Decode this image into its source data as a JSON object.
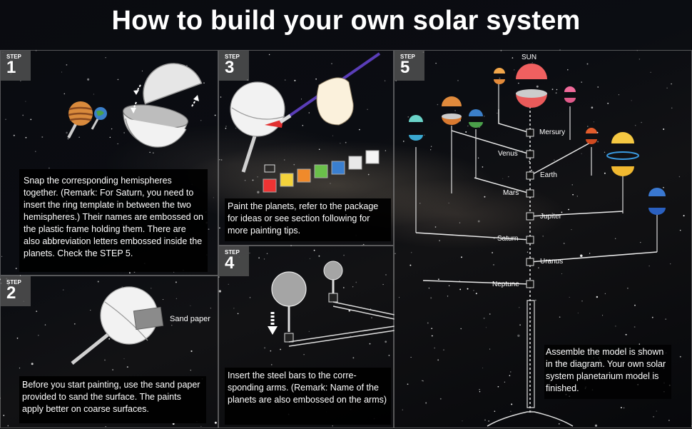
{
  "title": "How to build your own solar system",
  "steps": [
    {
      "label": "STEP",
      "number": "1",
      "caption": "Snap the corresponding hemispheres together. (Remark: For Saturn, you need to insert the ring template in between the two hemispheres.) Their names are embossed on the plastic frame holding them. There are also abbreviation letters embossed inside the planets. Check the STEP 5."
    },
    {
      "label": "STEP",
      "number": "2",
      "caption": "Before you start painting, use the sand paper provided to sand the surface. The paints apply better on coarse surfaces.",
      "sandpaper_label": "Sand paper"
    },
    {
      "label": "STEP",
      "number": "3",
      "caption": "Paint the planets, refer to the package for ideas or see section following for more painting tips."
    },
    {
      "label": "STEP",
      "number": "4",
      "caption": "Insert the steel bars to the corre-sponding arms. (Remark: Name of the planets are also embossed on the arms)"
    },
    {
      "label": "STEP",
      "number": "5",
      "caption": "Assemble the model is shown in the diagram. Your own solar system planetarium model is finished."
    }
  ],
  "diagram": {
    "sun": "SUN",
    "planets": [
      "Mersury",
      "Venus",
      "Earth",
      "Mars",
      "Jupiter",
      "Saturn",
      "Uranus",
      "Neptune"
    ]
  },
  "colors": {
    "panel_border": "#969696",
    "step_tab": "#5a5a5a",
    "sun": "#f06060",
    "saturn": "#f5c842",
    "neptune": "#3a78d0"
  }
}
